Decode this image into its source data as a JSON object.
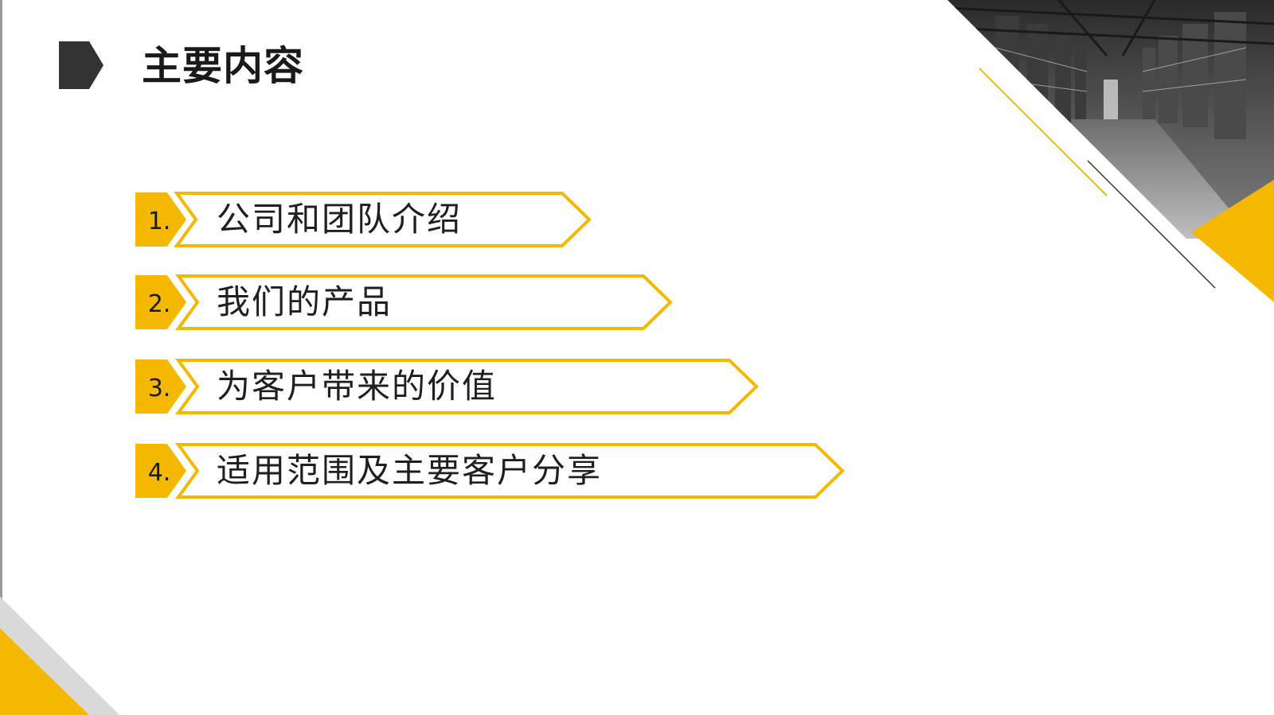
{
  "slide": {
    "title": "主要内容",
    "accent_color": "#F5B800",
    "dark_color": "#333333",
    "items": [
      {
        "number": "1.",
        "label": "公司和团队介绍"
      },
      {
        "number": "2.",
        "label": "我们的产品"
      },
      {
        "number": "3.",
        "label": "为客户带来的价值"
      },
      {
        "number": "4.",
        "label": "适用范围及主要客户分享"
      }
    ]
  }
}
